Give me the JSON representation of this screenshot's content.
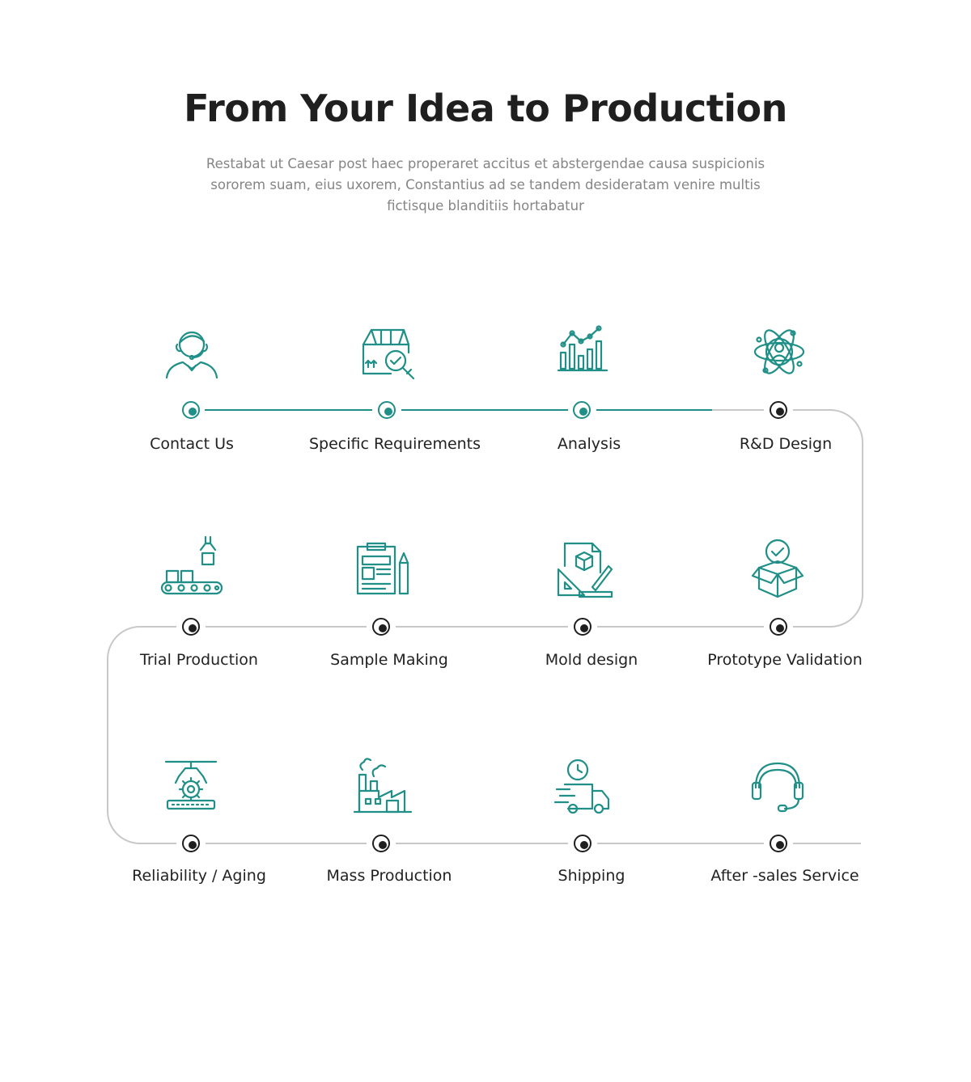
{
  "header": {
    "title": "From Your Idea to Production",
    "subtitle": "Restabat ut Caesar post haec properaret accitus et abstergendae causa suspicionis sororem suam, eius uxorem, Constantius ad se tandem desideratam venire multis fictisque blanditiis hortabatur"
  },
  "colors": {
    "accent": "#1f8f87",
    "dark": "#1f1f1f",
    "line": "#c8c8c8",
    "text": "#222222",
    "muted": "#858585"
  },
  "process": {
    "steps": [
      {
        "label": "Contact Us",
        "icon": "customer-support-agent-icon",
        "status": "active"
      },
      {
        "label": "Specific Requirements",
        "icon": "package-inspection-icon",
        "status": "active"
      },
      {
        "label": "Analysis",
        "icon": "bar-chart-analysis-icon",
        "status": "active"
      },
      {
        "label": "R&D Design",
        "icon": "atom-user-icon",
        "status": "pending"
      },
      {
        "label": "Prototype Validation",
        "icon": "box-checkmark-icon",
        "status": "pending"
      },
      {
        "label": "Mold design",
        "icon": "blueprint-ruler-icon",
        "status": "pending"
      },
      {
        "label": "Sample Making",
        "icon": "clipboard-pencil-icon",
        "status": "pending"
      },
      {
        "label": "Trial Production",
        "icon": "conveyor-robot-arm-icon",
        "status": "pending"
      },
      {
        "label": "Reliability / Aging",
        "icon": "robot-gear-conveyor-icon",
        "status": "pending"
      },
      {
        "label": "Mass Production",
        "icon": "factory-icon",
        "status": "pending"
      },
      {
        "label": "Shipping",
        "icon": "delivery-truck-icon",
        "status": "pending"
      },
      {
        "label": "After -sales Service",
        "icon": "headset-icon",
        "status": "pending"
      }
    ]
  }
}
